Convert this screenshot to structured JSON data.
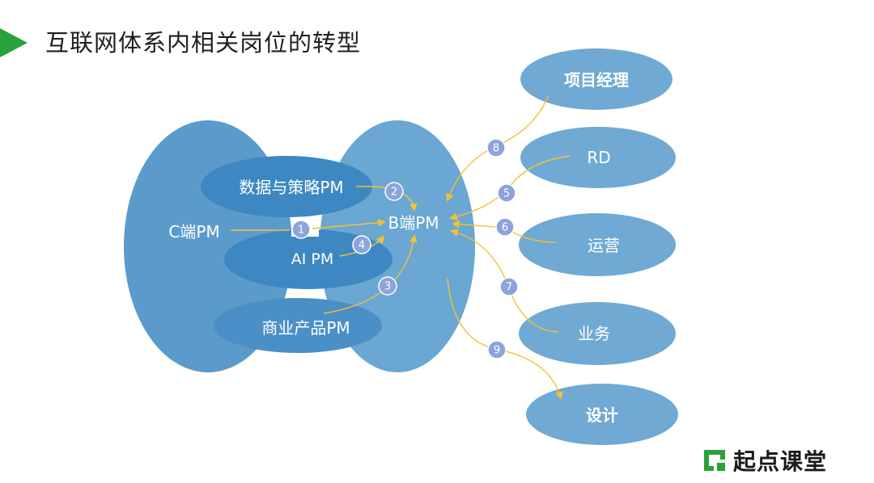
{
  "title": "互联网体系内相关岗位的转型",
  "logo": {
    "text": "起点课堂",
    "icon": "qidian-logo-icon"
  },
  "colors": {
    "title_marker": "#2aa13a",
    "ellipse_big": "#5b9bcb",
    "ellipse_inner": "#3d88c2",
    "ellipse_right": "#70a9d3",
    "badge": "#8ca3dc",
    "arrow": "#f2c233"
  },
  "nodes": {
    "c_pm": "C端PM",
    "b_pm": "B端PM",
    "data_strategy_pm": "数据与策略PM",
    "ai_pm": "AI PM",
    "commercial_pm": "商业产品PM",
    "project_manager": "项目经理",
    "rd": "RD",
    "operations": "运营",
    "business": "业务",
    "design": "设计"
  },
  "badges": [
    "1",
    "2",
    "3",
    "4",
    "5",
    "6",
    "7",
    "8",
    "9"
  ]
}
